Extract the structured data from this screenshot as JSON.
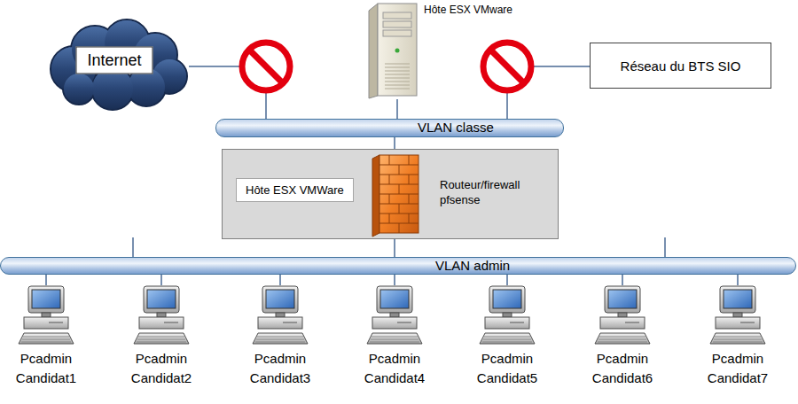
{
  "diagram": {
    "nodes": [
      {
        "text": [
          "Internet"
        ]
      },
      {
        "text": [
          "Hôte ESX VMware"
        ]
      },
      {
        "text": [
          "Réseau du BTS SIO"
        ]
      },
      {
        "text": [
          "VLAN classe"
        ]
      },
      {
        "text": [
          "Hôte ESX VMWare"
        ]
      },
      {
        "text": [
          "Routeur/firewall pfsense"
        ],
        "in": 4
      },
      {
        "text": [
          "VLAN admin"
        ]
      },
      {
        "text": [
          "Pcadmin Candidat1"
        ]
      },
      {
        "text": [
          "Pcadmin Candidat2"
        ]
      },
      {
        "text": [
          "Pcadmin Candidat3"
        ]
      },
      {
        "text": [
          "Pcadmin Candidat4"
        ]
      },
      {
        "text": [
          "Pcadmin Candidat5"
        ]
      },
      {
        "text": [
          "Pcadmin Candidat6"
        ]
      },
      {
        "text": [
          "Pcadmin Candidat7"
        ]
      }
    ],
    "edges": [
      {
        "from": 0,
        "to": 3,
        "arrow": "none"
      },
      {
        "from": 1,
        "to": 3,
        "arrow": "none"
      },
      {
        "from": 2,
        "to": 3,
        "arrow": "none"
      },
      {
        "from": 5,
        "to": 3,
        "arrow": "none"
      },
      {
        "from": 5,
        "to": 6,
        "arrow": "none"
      },
      {
        "from": 6,
        "to": 7,
        "arrow": "none"
      },
      {
        "from": 6,
        "to": 8,
        "arrow": "none"
      },
      {
        "from": 6,
        "to": 9,
        "arrow": "none"
      },
      {
        "from": 6,
        "to": 10,
        "arrow": "none"
      },
      {
        "from": 6,
        "to": 11,
        "arrow": "none"
      },
      {
        "from": 6,
        "to": 12,
        "arrow": "none"
      },
      {
        "from": 6,
        "to": 13,
        "arrow": "none"
      }
    ]
  }
}
